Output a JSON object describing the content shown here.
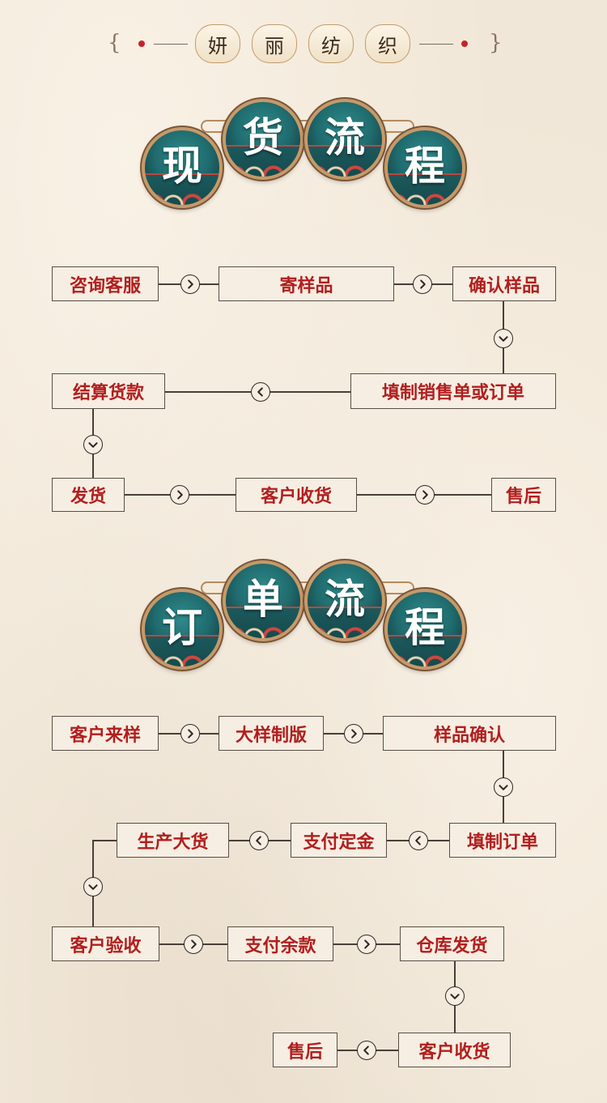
{
  "header": {
    "brand_chars": [
      "妍",
      "丽",
      "纺",
      "织"
    ],
    "brace_left": "{",
    "brace_right": "}"
  },
  "sections": {
    "stock": {
      "title_chars": [
        "现",
        "货",
        "流",
        "程"
      ],
      "steps": {
        "consult": "咨询客服",
        "send_sample": "寄样品",
        "confirm_sample": "确认样品",
        "fill_order": "填制销售单或订单",
        "settle": "结算货款",
        "ship": "发货",
        "receive": "客户收货",
        "after_sale": "售后"
      }
    },
    "order": {
      "title_chars": [
        "订",
        "单",
        "流",
        "程"
      ],
      "steps": {
        "customer_sample": "客户来样",
        "big_sample": "大样制版",
        "sample_confirm": "样品确认",
        "fill_order": "填制订单",
        "deposit": "支付定金",
        "mass_production": "生产大货",
        "inspection": "客户验收",
        "balance": "支付余款",
        "warehouse_ship": "仓库发货",
        "receive": "客户收货",
        "after_sale": "售后"
      }
    }
  },
  "colors": {
    "accent_red": "#b21e1e",
    "badge_teal": "#1f6b6e",
    "background": "#f1e7d8"
  },
  "icons": {
    "arrow": "circle-chevron-icon"
  }
}
